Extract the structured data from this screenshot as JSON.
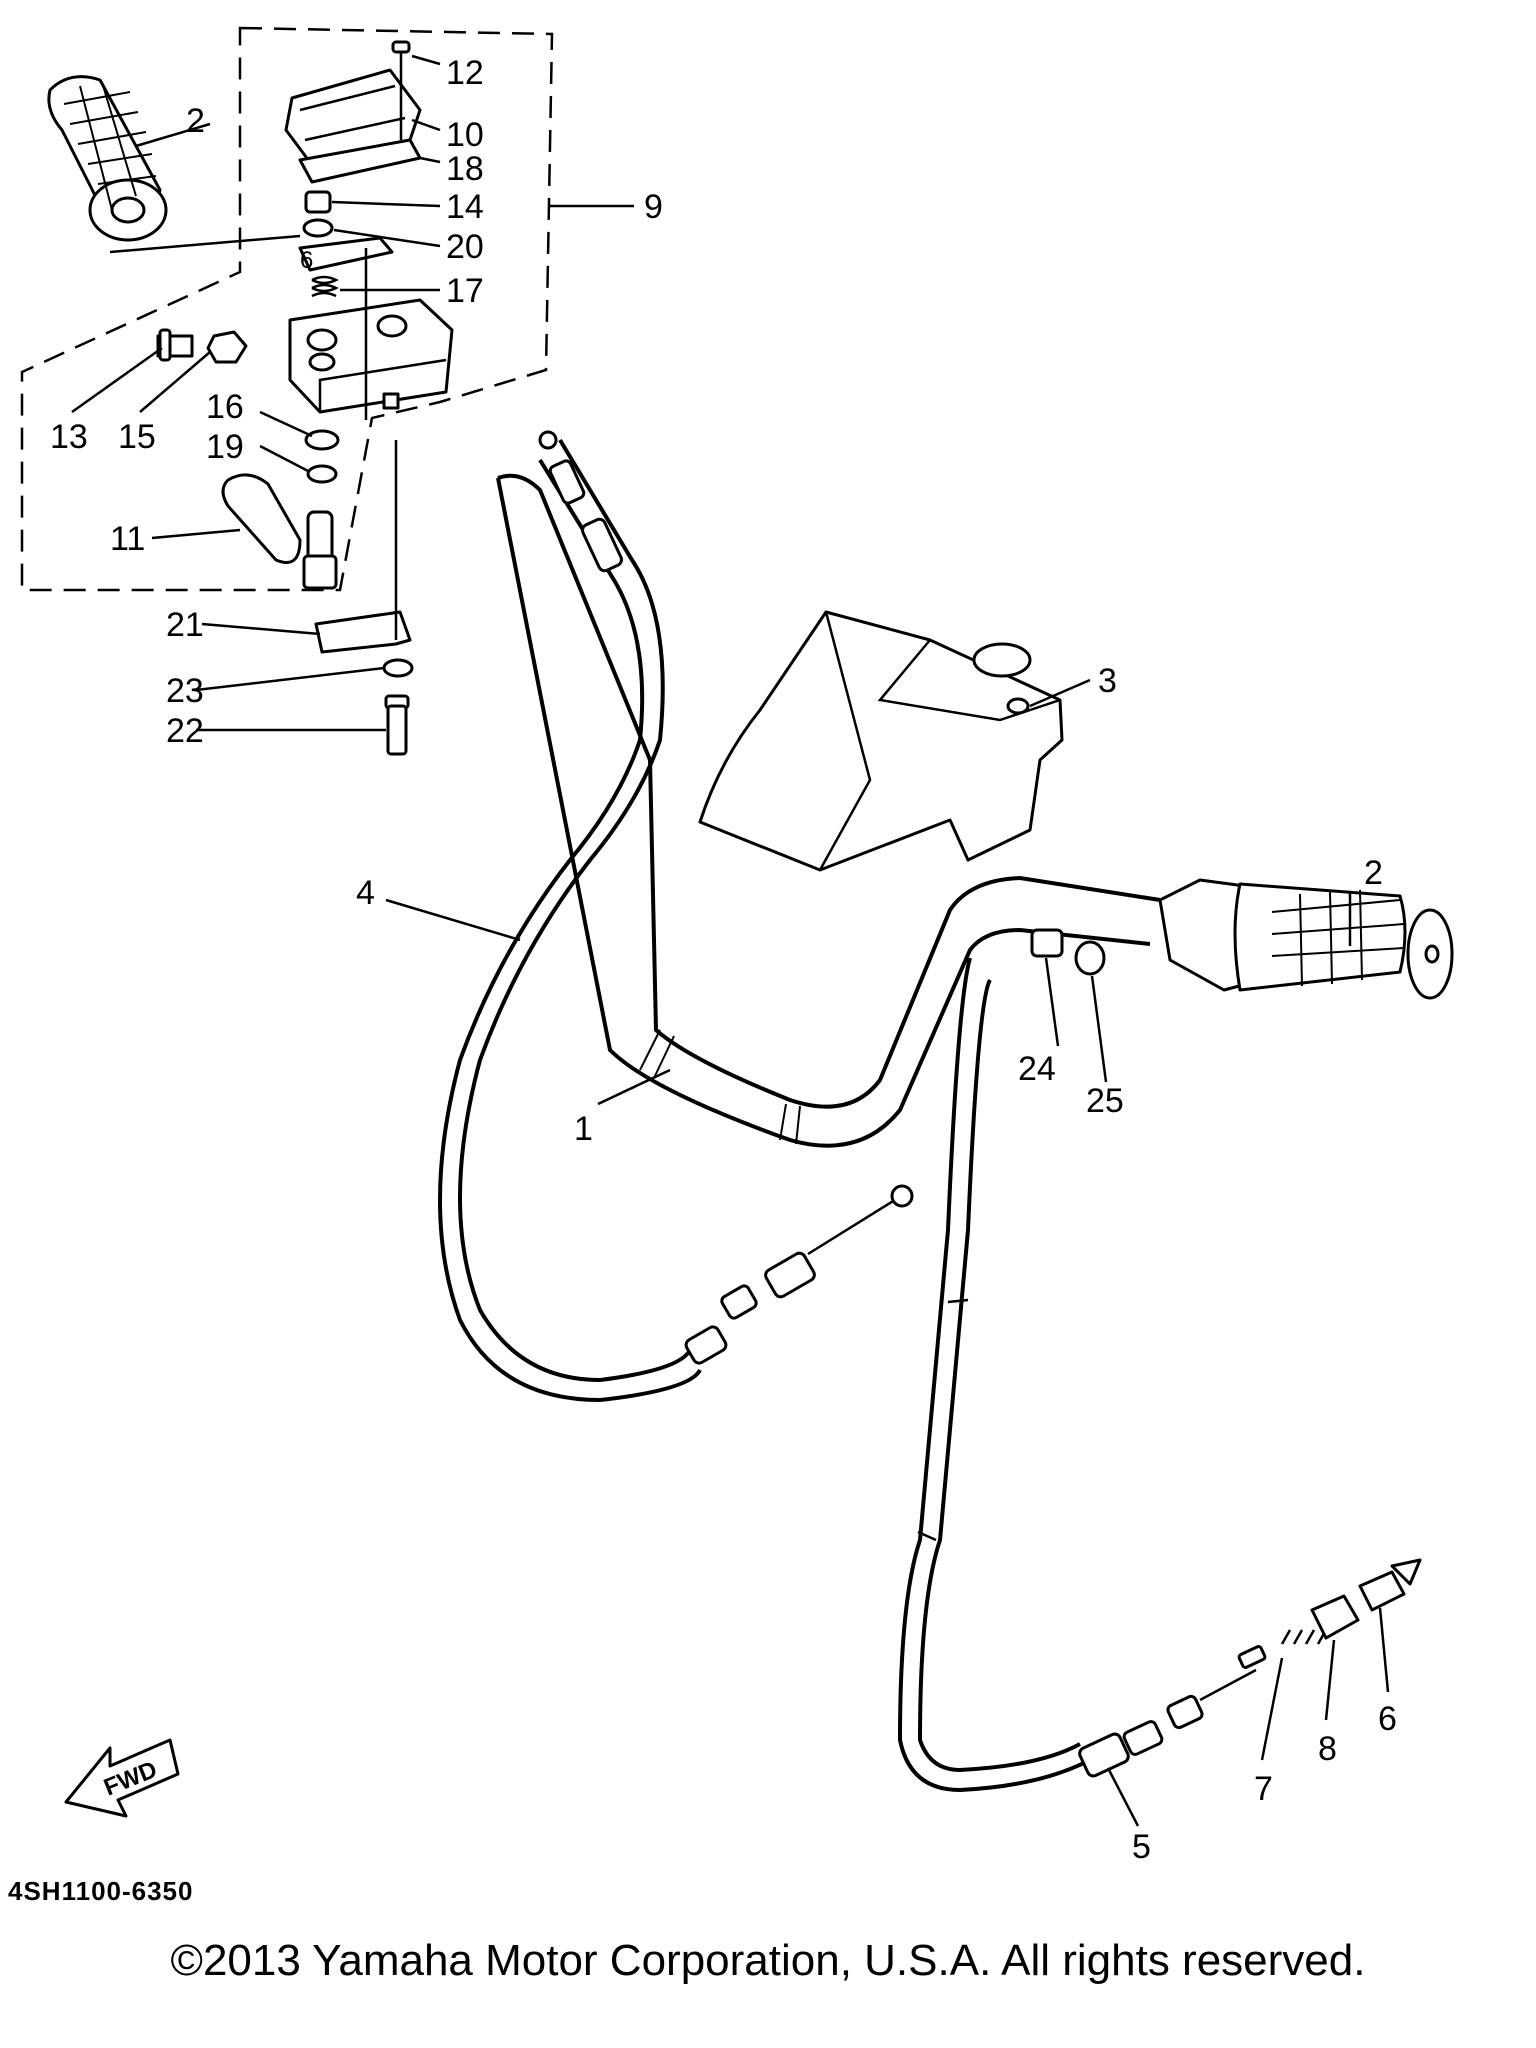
{
  "diagram": {
    "callouts": {
      "p1": "1",
      "p2a": "2",
      "p2b": "2",
      "p3": "3",
      "p4": "4",
      "p5": "5",
      "p6": "6",
      "p6b": "6",
      "p7": "7",
      "p8": "8",
      "p9": "9",
      "p10": "10",
      "p11": "11",
      "p12": "12",
      "p13": "13",
      "p14": "14",
      "p15": "15",
      "p16": "16",
      "p17": "17",
      "p18": "18",
      "p19": "19",
      "p20": "20",
      "p21": "21",
      "p22": "22",
      "p23": "23",
      "p24": "24",
      "p25": "25"
    },
    "fwd_label": "FWD",
    "drawing_code": "4SH1100-6350"
  },
  "copyright": "©2013 Yamaha Motor Corporation, U.S.A. All rights reserved."
}
